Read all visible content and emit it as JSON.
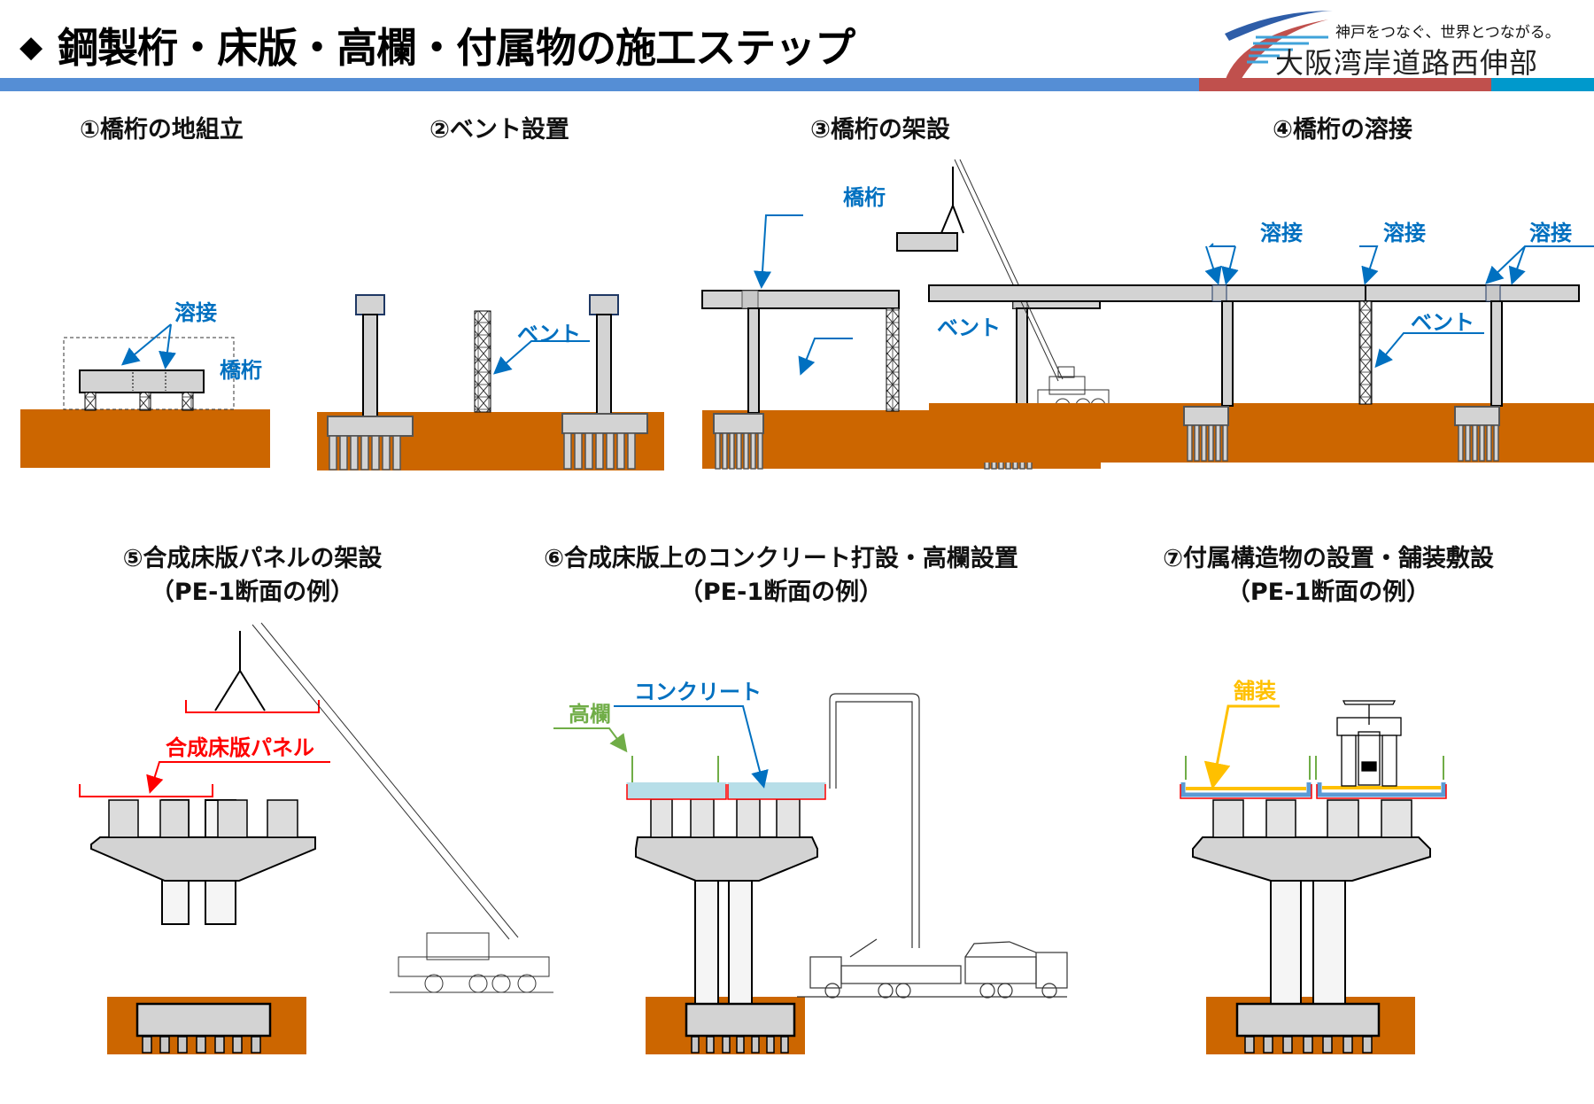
{
  "header": {
    "bullet_icon": "diamond-bullet-icon",
    "title": "鋼製桁・床版・高欄・付属物の施工ステップ",
    "logo": {
      "tagline": "神戸をつなぐ、世界とつながる。",
      "name": "大阪湾岸道路西伸部"
    },
    "bar_colors": {
      "blue": "#558ED5",
      "red": "#C0504D",
      "cyan": "#0099CC"
    }
  },
  "colors": {
    "ground": "#CC6600",
    "concrete": "#D3D3D3",
    "label_blue": "#0070C0",
    "label_red": "#FF0000",
    "label_green": "#70AD47",
    "label_yellow": "#FFC000"
  },
  "steps": [
    {
      "number": "①",
      "title": "①橋桁の地組立",
      "labels": {
        "weld": "溶接",
        "girder": "橋桁"
      }
    },
    {
      "number": "②",
      "title": "②ベント設置",
      "labels": {
        "bent": "ベント"
      }
    },
    {
      "number": "③",
      "title": "③橋桁の架設",
      "labels": {
        "girder": "橋桁",
        "bent": "ベント"
      }
    },
    {
      "number": "④",
      "title": "④橋桁の溶接",
      "labels": {
        "weld1": "溶接",
        "weld2": "溶接",
        "weld3": "溶接",
        "bent": "ベント"
      }
    },
    {
      "number": "⑤",
      "title": "⑤合成床版パネルの架設",
      "subtitle": "（PE-1断面の例）",
      "labels": {
        "panel": "合成床版パネル"
      }
    },
    {
      "number": "⑥",
      "title": "⑥合成床版上のコンクリート打設・高欄設置",
      "subtitle": "（PE-1断面の例）",
      "labels": {
        "railing": "高欄",
        "concrete": "コンクリート"
      }
    },
    {
      "number": "⑦",
      "title": "⑦付属構造物の設置・舗装敷設",
      "subtitle": "（PE-1断面の例）",
      "labels": {
        "pavement": "舗装"
      }
    }
  ]
}
